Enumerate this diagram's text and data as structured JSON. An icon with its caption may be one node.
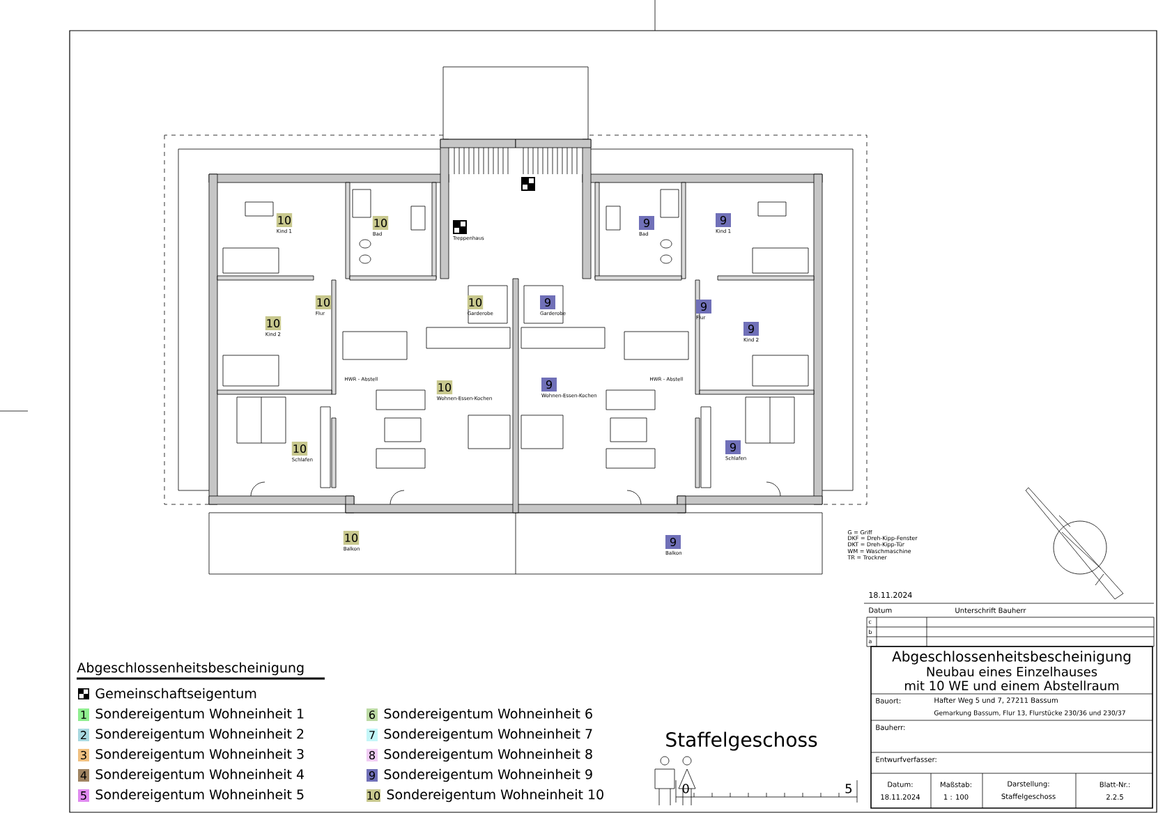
{
  "diagram": {
    "nodes": [
      {
        "text": [
          "10"
        ],
        "beside": [
          "Kind 1"
        ]
      },
      {
        "text": [
          "10"
        ],
        "beside": [
          "Bad"
        ]
      },
      {
        "text": [],
        "shape": "box",
        "beside": [
          "Treppenhaus"
        ]
      },
      {
        "text": [],
        "shape": "box"
      },
      {
        "text": [
          "9"
        ],
        "beside": [
          "Bad"
        ]
      },
      {
        "text": [
          "9"
        ],
        "beside": [
          "Kind 1"
        ]
      },
      {
        "text": [
          "10"
        ],
        "beside": [
          "Kind 2"
        ]
      },
      {
        "text": [
          "10"
        ],
        "beside": [
          "Flur"
        ]
      },
      {
        "text": [
          "10"
        ],
        "beside": [
          "Garderobe"
        ]
      },
      {
        "text": [
          "9"
        ],
        "beside": [
          "Garderobe"
        ]
      },
      {
        "text": [
          "9"
        ],
        "beside": [
          "Flur"
        ]
      },
      {
        "text": [
          "9"
        ],
        "beside": [
          "Kind 2"
        ]
      },
      {
        "text": [
          "10"
        ],
        "beside": [
          "Wohnen-Essen-Kochen"
        ]
      },
      {
        "text": [
          "9"
        ],
        "beside": [
          "Wohnen-Essen-Kochen"
        ]
      },
      {
        "text": [
          "10"
        ],
        "beside": [
          "Schlafen"
        ]
      },
      {
        "text": [
          "9"
        ],
        "beside": [
          "Schlafen"
        ]
      },
      {
        "text": [
          "10"
        ],
        "beside": [
          "Balkon"
        ]
      },
      {
        "text": [
          "9"
        ],
        "beside": [
          "Balkon"
        ]
      }
    ],
    "labels": [
      "HWR - Abstell",
      "HWR - Abstell",
      "G = Griff",
      "DKF = Dreh-Kipp-Fenster",
      "DKT = Dreh-Kipp-Tür",
      "WM = Waschmaschine",
      "TR = Trockner",
      "18.11.2024",
      "Datum",
      "Unterschrift Bauherr",
      "c",
      "b",
      "a",
      "Abgeschlossenheitsbescheinigung",
      "Neubau eines Einzelhauses",
      "mit 10 WE und einem Abstellraum",
      "Bauort:",
      "Hafter Weg 5 und 7, 27211 Bassum",
      "Gemarkung Bassum, Flur 13, Flurstücke 230/36 und 230/37",
      "Bauherr:",
      "Entwurfverfasser:",
      "Datum:",
      "18.11.2024",
      "Maßstab:",
      "1 : 100",
      "Darstellung:",
      "Staffelgeschoss",
      "Blatt-Nr.:",
      "2.2.5",
      "Abgeschlossenheitsbescheinigung",
      "1",
      "2",
      "3",
      "4",
      "5",
      "6",
      "7",
      "8",
      "9",
      "10",
      "Staffelgeschoss",
      "0",
      "5"
    ],
    "legend": [
      {
        "text": "Gemeinschaftseigentum"
      },
      {
        "text": "Sondereigentum Wohneinheit 1",
        "color": "#90ee90"
      },
      {
        "text": "Sondereigentum Wohneinheit 2",
        "color": "#a8d8e0"
      },
      {
        "text": "Sondereigentum Wohneinheit 3",
        "color": "#f0c080"
      },
      {
        "text": "Sondereigentum Wohneinheit 4",
        "color": "#a08462"
      },
      {
        "text": "Sondereigentum Wohneinheit 5",
        "color": "#e08af0"
      },
      {
        "text": "Sondereigentum Wohneinheit 6",
        "color": "#bcdaa4"
      },
      {
        "text": "Sondereigentum Wohneinheit 7",
        "color": "#c4f6f8"
      },
      {
        "text": "Sondereigentum Wohneinheit 8",
        "color": "#f0ccf4"
      },
      {
        "text": "Sondereigentum Wohneinheit 9",
        "color": "#7070b8"
      },
      {
        "text": "Sondereigentum Wohneinheit 10",
        "color": "#c8c88e"
      }
    ]
  }
}
